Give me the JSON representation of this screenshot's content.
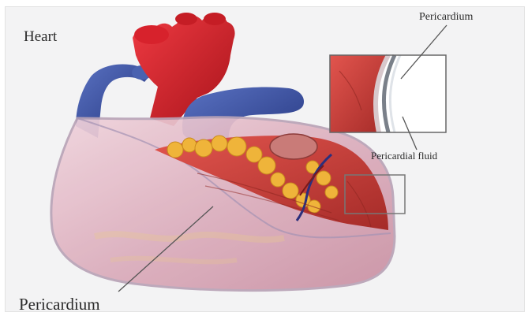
{
  "title": "Heart",
  "labels": {
    "pericardium_top": "Pericardium",
    "pericardial_fluid": "Pericardial fluid",
    "pericardium_bottom": "Pericardium"
  },
  "colors": {
    "aorta": "#d7222c",
    "vena_cava": "#3b54a3",
    "pulmonary": "#2f3f98",
    "muscle": "#c8403c",
    "fat": "#efb43a",
    "pericardium_sac": "#e7c7d1",
    "background": "#f3f3f4"
  }
}
